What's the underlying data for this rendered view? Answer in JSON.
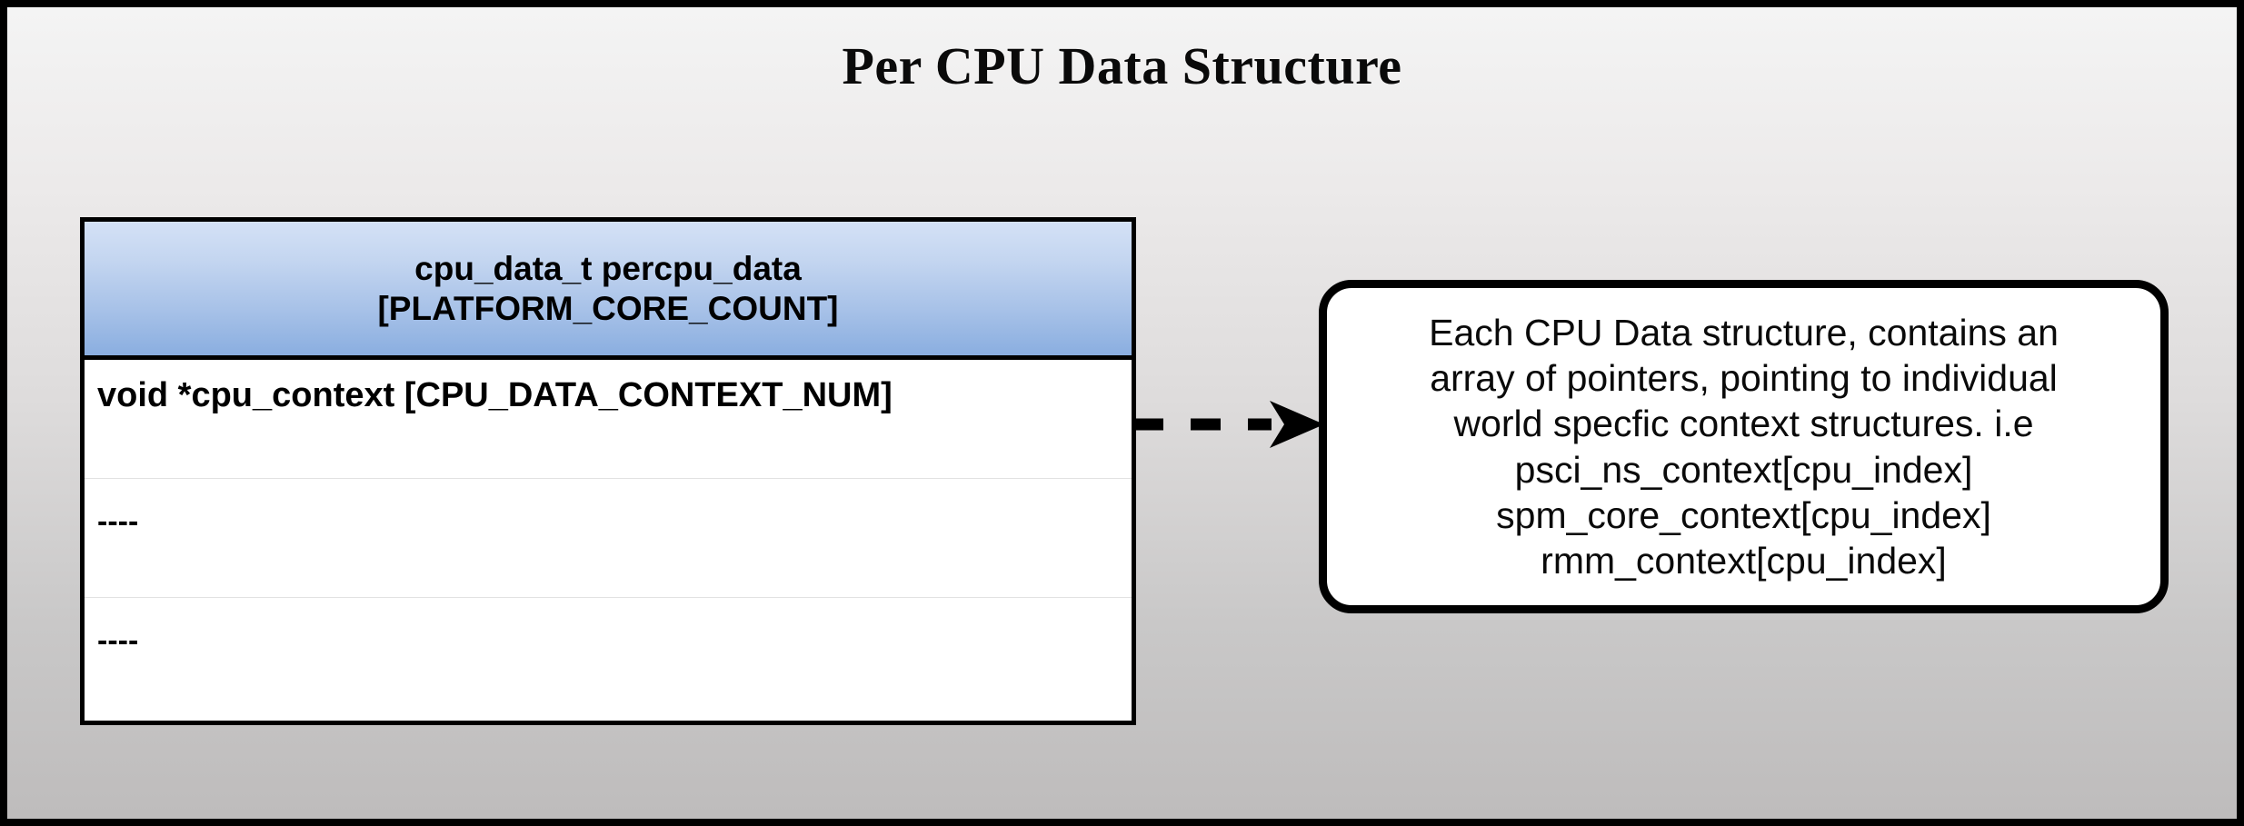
{
  "slide": {
    "title": "Per CPU Data Structure",
    "background_top_color": "#f4f4f4",
    "background_bottom_color": "#bebcbc",
    "border_color": "#000000"
  },
  "struct_table": {
    "header": {
      "line1": "cpu_data_t percpu_data",
      "line2": "[PLATFORM_CORE_COUNT]",
      "gradient_top_color": "#d4e1f6",
      "gradient_bottom_color": "#8aaee0"
    },
    "rows": [
      {
        "label": "void *cpu_context [CPU_DATA_CONTEXT_NUM]"
      },
      {
        "label": "----"
      },
      {
        "label": "----"
      }
    ]
  },
  "connector": {
    "style": "dashed-arrow",
    "direction": "right",
    "color": "#000000"
  },
  "callout": {
    "text": "Each CPU Data structure, contains an\narray of pointers, pointing to individual\nworld specfic context structures. i.e\npsci_ns_context[cpu_index]\nspm_core_context[cpu_index]\nrmm_context[cpu_index]",
    "border_color": "#000000",
    "fill_color": "#ffffff"
  }
}
